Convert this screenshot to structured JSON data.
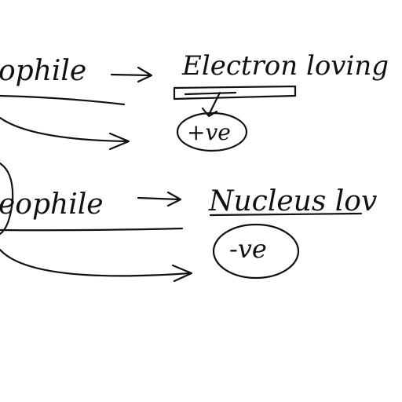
{
  "colors": {
    "ink": "#111111",
    "background": "#ffffff"
  },
  "row1": {
    "term": "ophile",
    "meaning": "Electron loving",
    "charge": "+ve"
  },
  "row2": {
    "term": "eophile",
    "meaning": "Nucleus lov",
    "charge": "-ve"
  }
}
